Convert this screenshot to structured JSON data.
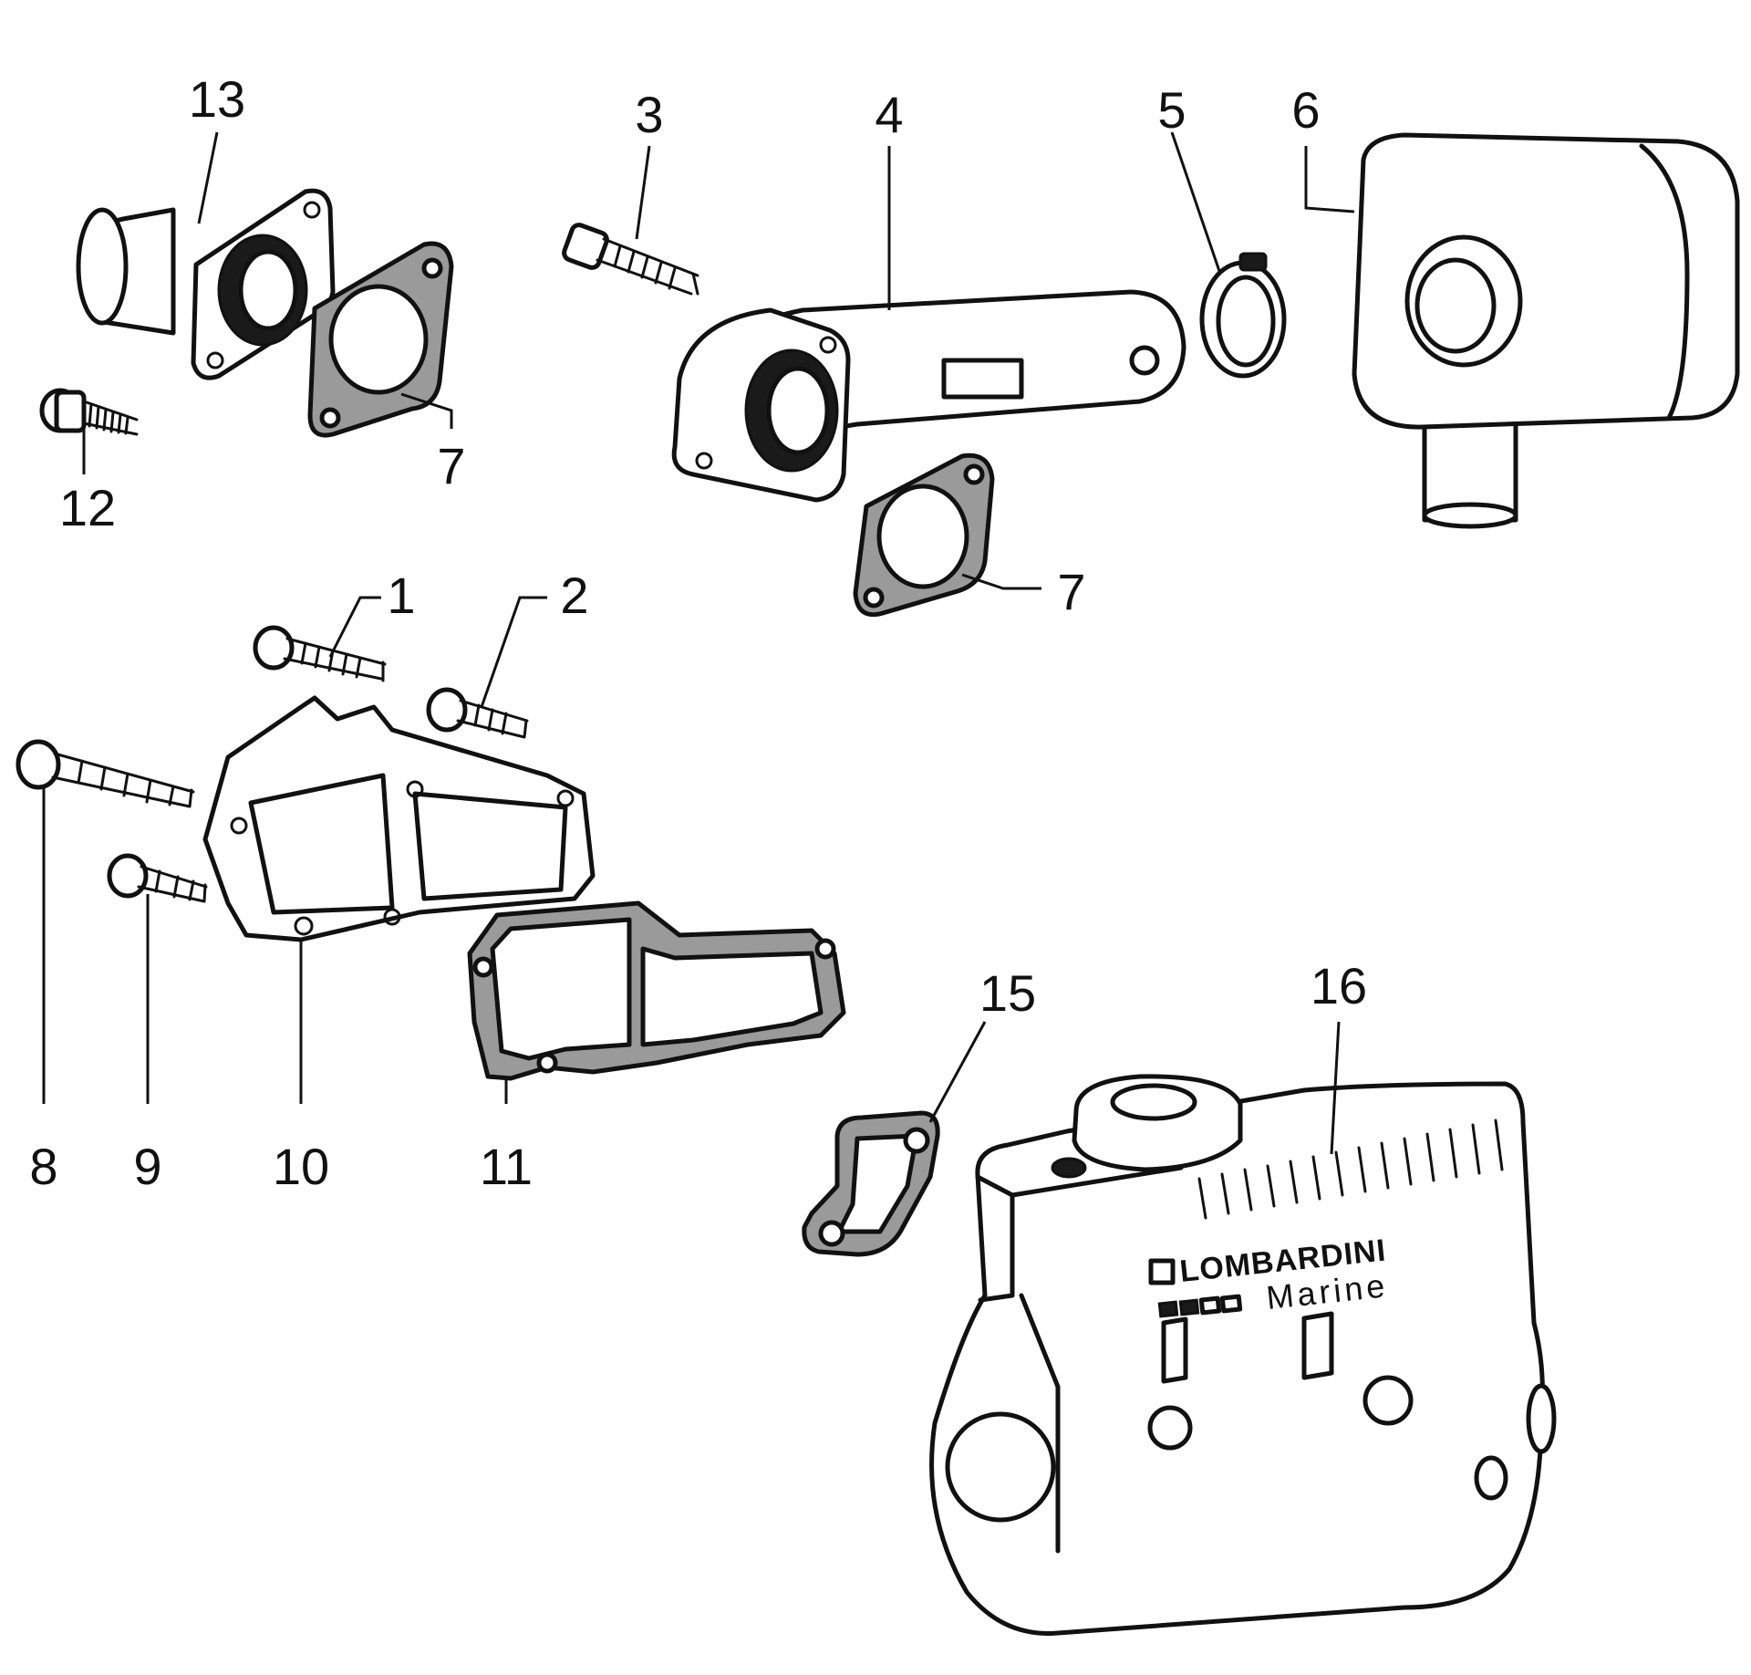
{
  "callouts": [
    {
      "id": "1",
      "label": "1"
    },
    {
      "id": "2",
      "label": "2"
    },
    {
      "id": "3",
      "label": "3"
    },
    {
      "id": "4",
      "label": "4"
    },
    {
      "id": "5",
      "label": "5"
    },
    {
      "id": "6",
      "label": "6"
    },
    {
      "id": "7a",
      "label": "7"
    },
    {
      "id": "7b",
      "label": "7"
    },
    {
      "id": "8",
      "label": "8"
    },
    {
      "id": "9",
      "label": "9"
    },
    {
      "id": "10",
      "label": "10"
    },
    {
      "id": "11",
      "label": "11"
    },
    {
      "id": "12",
      "label": "12"
    },
    {
      "id": "13",
      "label": "13"
    },
    {
      "id": "15",
      "label": "15"
    },
    {
      "id": "16",
      "label": "16"
    }
  ],
  "branding": {
    "brand": "LOMBARDINI",
    "line": "Marine"
  }
}
